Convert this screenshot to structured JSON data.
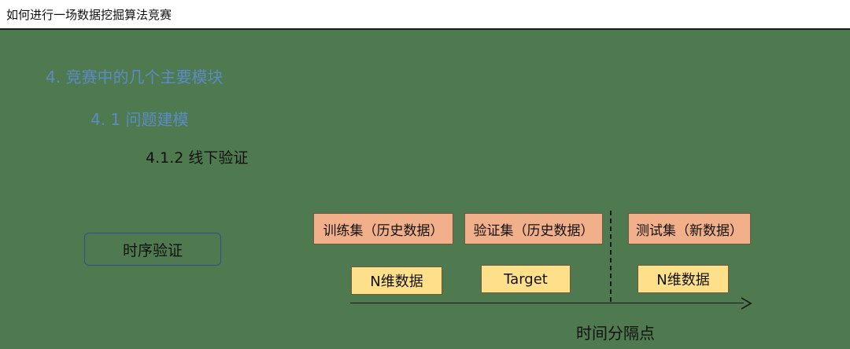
{
  "header": {
    "title": "如何进行一场数据挖掘算法竞赛"
  },
  "headings": {
    "h1": "4. 竞赛中的几个主要模块",
    "h2": "4. 1  问题建模",
    "h3": "4.1.2 线下验证"
  },
  "diagram": {
    "sequential_validation": "时序验证",
    "train_set": "训练集（历史数据）",
    "valid_set": "验证集（历史数据）",
    "test_set": "测试集（新数据）",
    "train_tag": "N维数据",
    "valid_tag": "Target",
    "test_tag": "N维数据",
    "time_split_label": "时间分隔点"
  },
  "colors": {
    "background": "#4f7a4f",
    "segment_fill": "#f2b08a",
    "tag_fill": "#ffe08a",
    "heading_blue": "#5b8bc4"
  }
}
